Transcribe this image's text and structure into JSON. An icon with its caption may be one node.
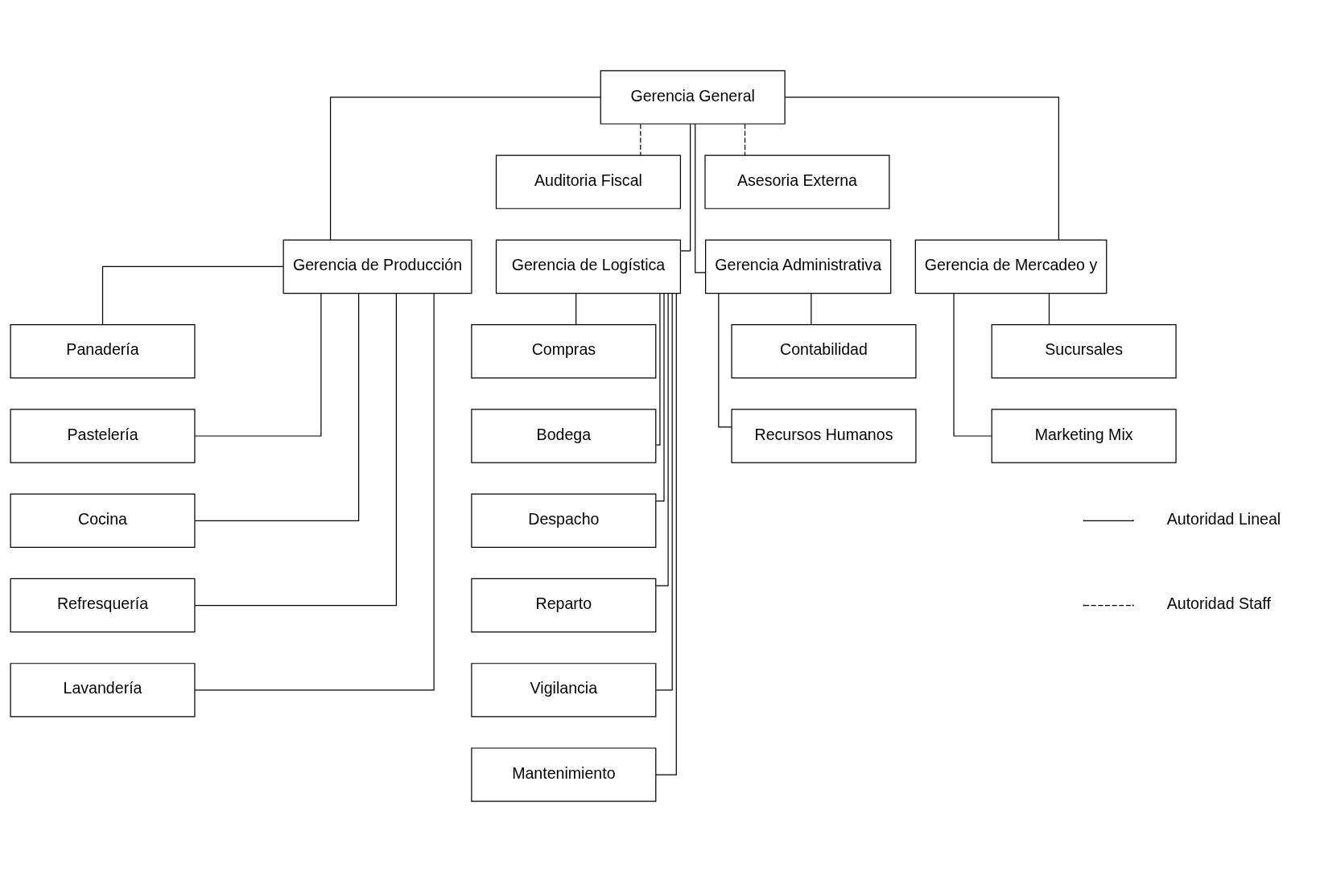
{
  "diagram": {
    "nodes": [
      {
        "text": [
          "Gerencia General"
        ]
      },
      {
        "text": [
          "Auditoria Fiscal"
        ]
      },
      {
        "text": [
          "Asesoria Externa"
        ]
      },
      {
        "text": [
          "Gerencia de Producción"
        ]
      },
      {
        "text": [
          "Gerencia de Logística"
        ]
      },
      {
        "text": [
          "Gerencia Administrativa"
        ]
      },
      {
        "text": [
          "Gerencia de Mercadeo y"
        ]
      },
      {
        "text": [
          "Panadería"
        ]
      },
      {
        "text": [
          "Pastelería"
        ]
      },
      {
        "text": [
          "Cocina"
        ]
      },
      {
        "text": [
          "Refresquería"
        ]
      },
      {
        "text": [
          "Lavandería"
        ]
      },
      {
        "text": [
          "Compras"
        ]
      },
      {
        "text": [
          "Bodega"
        ]
      },
      {
        "text": [
          "Despacho"
        ]
      },
      {
        "text": [
          "Reparto"
        ]
      },
      {
        "text": [
          "Vigilancia"
        ]
      },
      {
        "text": [
          "Mantenimiento"
        ]
      },
      {
        "text": [
          "Contabilidad"
        ]
      },
      {
        "text": [
          "Recursos Humanos"
        ]
      },
      {
        "text": [
          "Sucursales"
        ]
      },
      {
        "text": [
          "Marketing Mix"
        ]
      }
    ],
    "edges": [
      {
        "from": 0,
        "to": 1,
        "arrow": "none",
        "style": "dashed"
      },
      {
        "from": 0,
        "to": 2,
        "arrow": "none",
        "style": "dashed"
      },
      {
        "from": 0,
        "to": 3,
        "arrow": "none"
      },
      {
        "from": 0,
        "to": 4,
        "arrow": "none"
      },
      {
        "from": 0,
        "to": 5,
        "arrow": "none"
      },
      {
        "from": 0,
        "to": 6,
        "arrow": "none"
      },
      {
        "from": 3,
        "to": 7,
        "arrow": "none"
      },
      {
        "from": 3,
        "to": 8,
        "arrow": "none"
      },
      {
        "from": 3,
        "to": 9,
        "arrow": "none"
      },
      {
        "from": 3,
        "to": 10,
        "arrow": "none"
      },
      {
        "from": 3,
        "to": 11,
        "arrow": "none"
      },
      {
        "from": 4,
        "to": 12,
        "arrow": "none"
      },
      {
        "from": 4,
        "to": 13,
        "arrow": "none"
      },
      {
        "from": 4,
        "to": 14,
        "arrow": "none"
      },
      {
        "from": 4,
        "to": 15,
        "arrow": "none"
      },
      {
        "from": 4,
        "to": 16,
        "arrow": "none"
      },
      {
        "from": 4,
        "to": 17,
        "arrow": "none"
      },
      {
        "from": 5,
        "to": 18,
        "arrow": "none"
      },
      {
        "from": 5,
        "to": 19,
        "arrow": "none"
      },
      {
        "from": 6,
        "to": 20,
        "arrow": "none"
      },
      {
        "from": 6,
        "to": 21,
        "arrow": "none"
      }
    ],
    "legend": [
      {
        "text": "Autoridad Lineal"
      },
      {
        "text": "Autoridad Staff"
      }
    ]
  }
}
